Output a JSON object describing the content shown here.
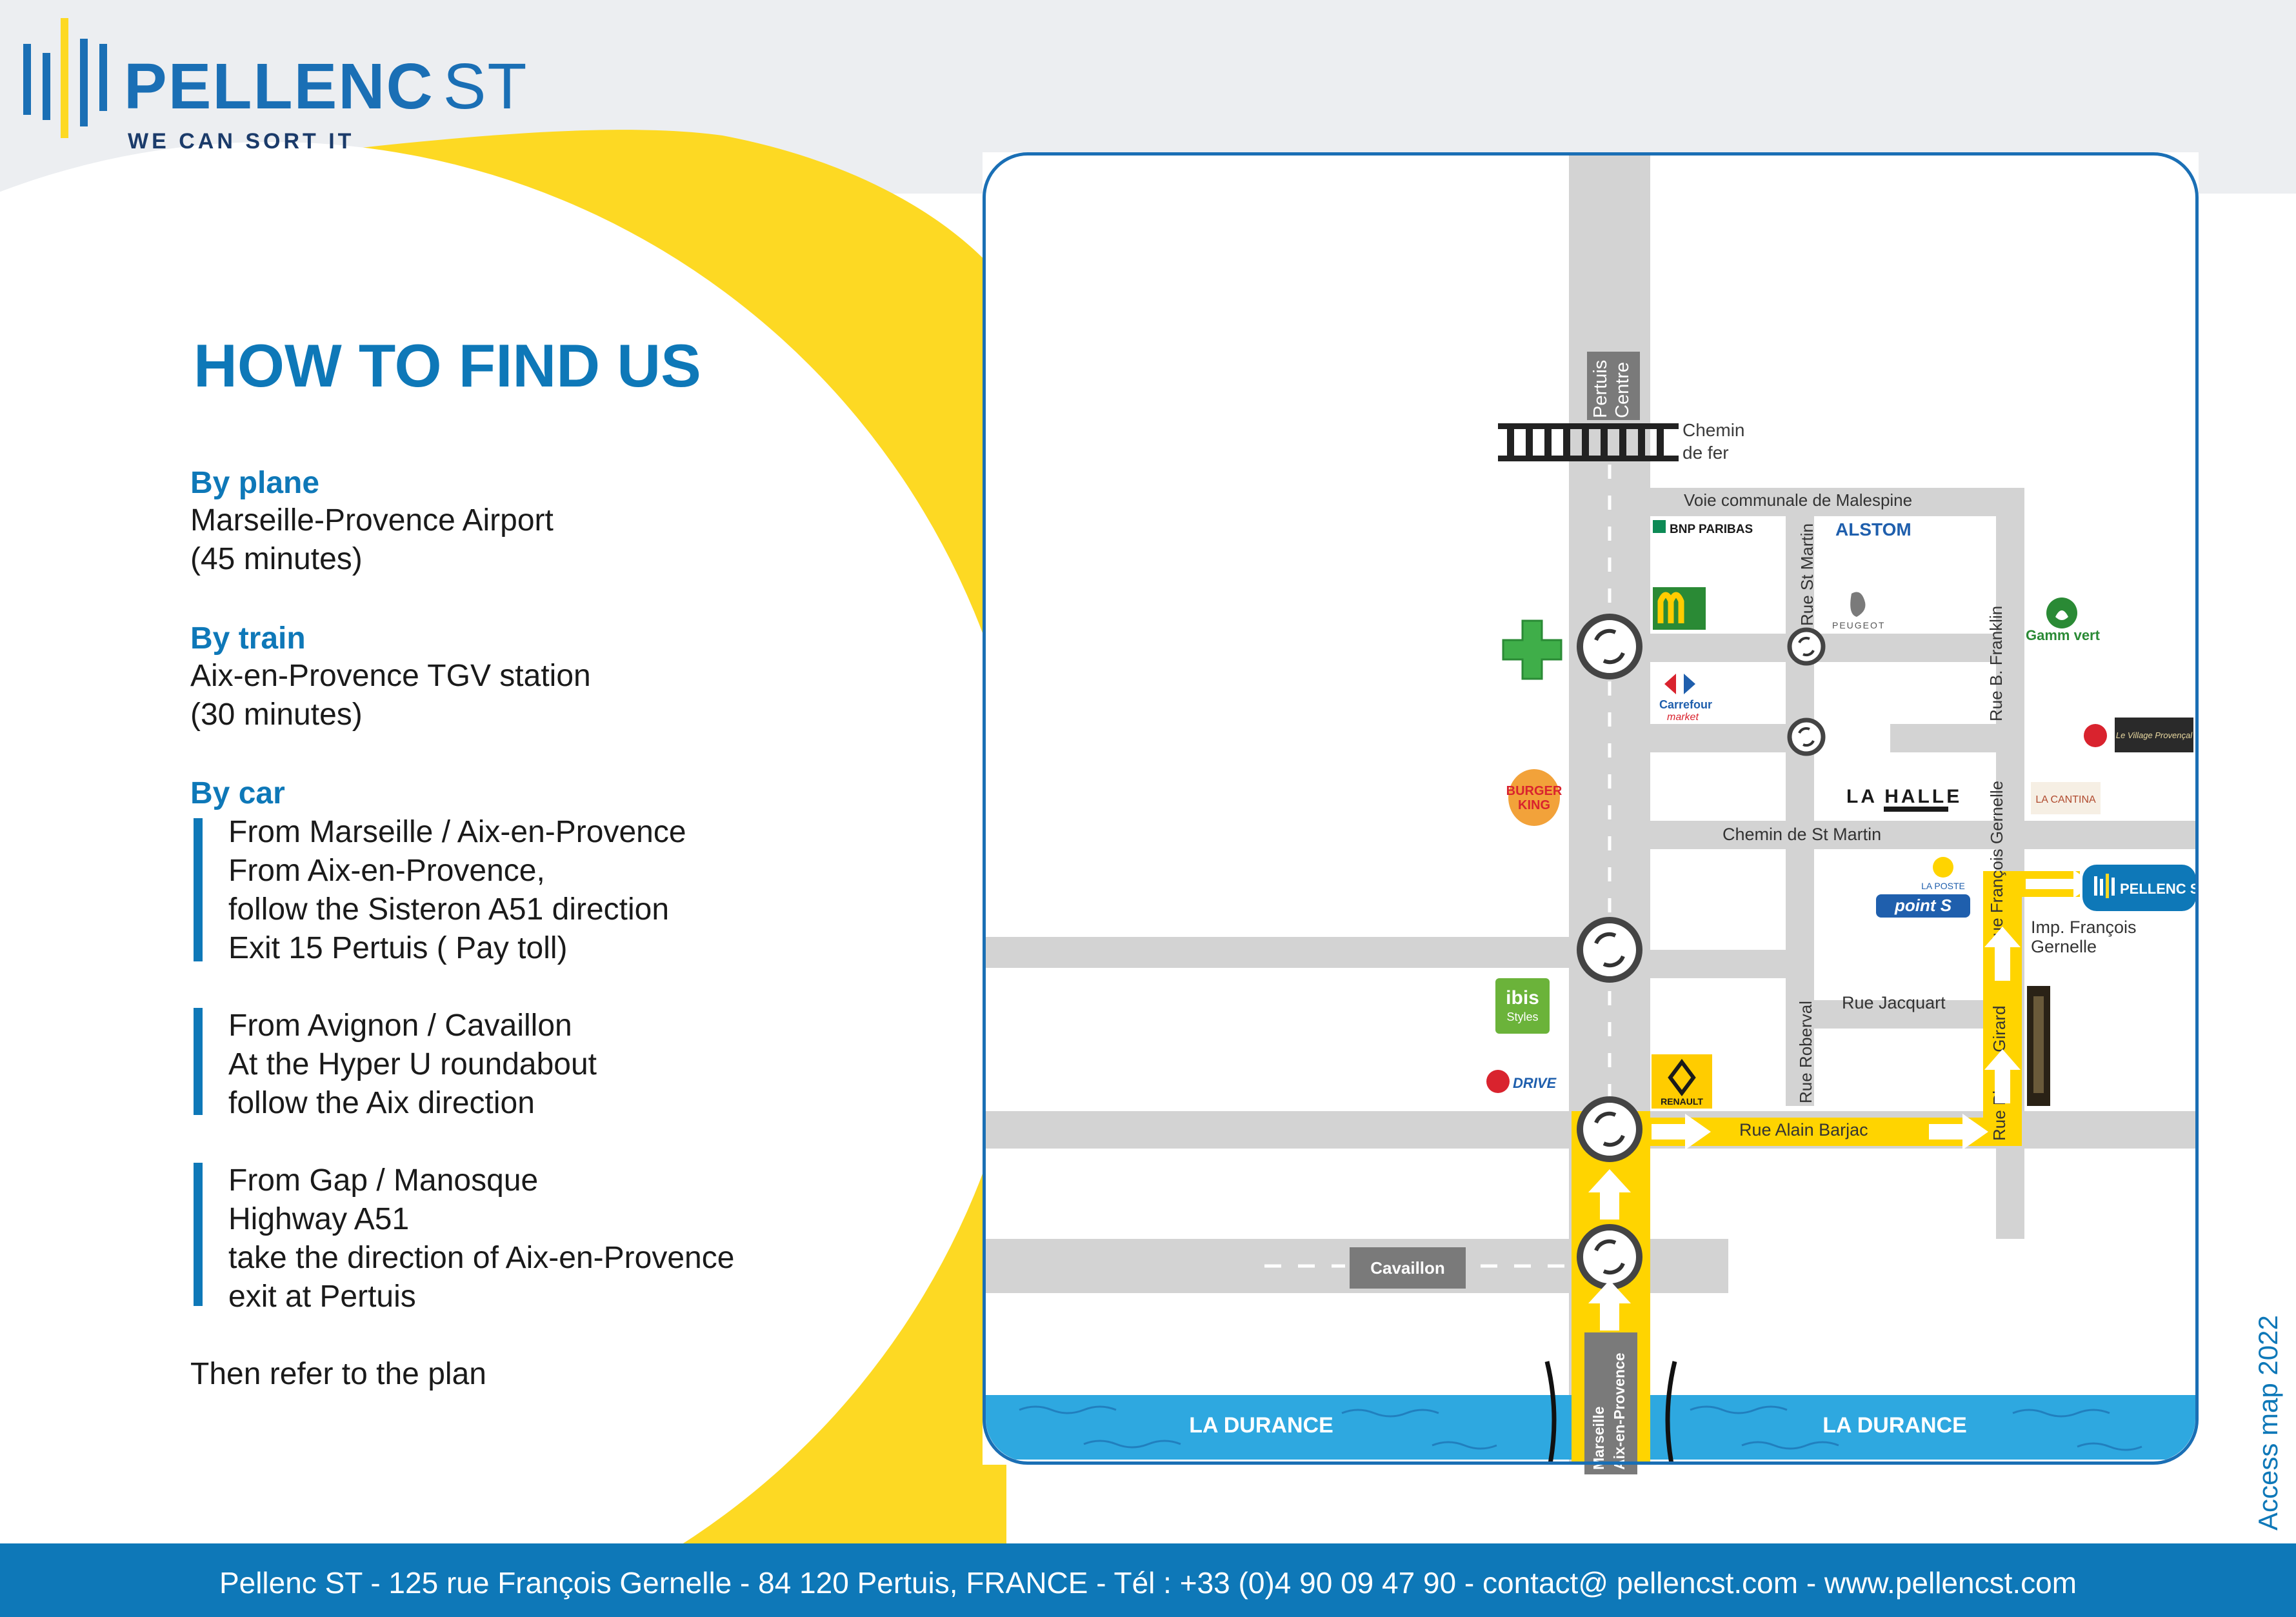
{
  "brand": {
    "name": "PELLENC",
    "name_suffix": "ST",
    "tagline": "WE CAN SORT IT"
  },
  "heading": "HOW TO FIND US",
  "plane": {
    "title": "By plane",
    "lines": [
      "Marseille-Provence Airport",
      "(45 minutes)"
    ]
  },
  "train": {
    "title": "By train",
    "lines": [
      "Aix-en-Provence TGV station",
      "(30 minutes)"
    ]
  },
  "car": {
    "title": "By car",
    "groups": [
      [
        "From Marseille / Aix-en-Provence",
        "From Aix-en-Provence,",
        "follow the Sisteron A51 direction",
        "Exit 15 Pertuis ( Pay toll)"
      ],
      [
        "From Avignon / Cavaillon",
        "At the Hyper U roundabout",
        "follow the Aix direction"
      ],
      [
        "From Gap / Manosque",
        "Highway A51",
        "take the direction of Aix-en-Provence",
        "exit at Pertuis"
      ]
    ]
  },
  "closing": "Then refer to the plan",
  "map": {
    "labels": {
      "pertuis_centre": [
        "Pertuis",
        "Centre"
      ],
      "chemin_de_fer": [
        "Chemin",
        "de fer"
      ],
      "voie_malespine": "Voie communale de Malespine",
      "rue_st_martin": "Rue St Martin",
      "rue_franklin": "Rue B. Franklin",
      "chemin_st_martin": "Chemin de St Martin",
      "rue_gernelle": "Rue François Gernelle",
      "imp_gernelle": [
        "Imp. François",
        "Gernelle"
      ],
      "rue_jacquart": "Rue Jacquart",
      "rue_roberval": "Rue Roberval",
      "rue_girard": "Rue Ph. de Girard",
      "rue_barjac": "Rue Alain Barjac",
      "cavaillon": "Cavaillon",
      "marseille": [
        "Marseille",
        "Aix-en-Provence"
      ],
      "durance_left": "LA DURANCE",
      "durance_right": "LA DURANCE"
    },
    "brands": {
      "bnp": "BNP PARIBAS",
      "alstom": "ALSTOM",
      "peugeot": "PEUGEOT",
      "gamm_vert": "Gamm vert",
      "carrefour": [
        "Carrefour",
        "market"
      ],
      "village": "Le Village Provençal",
      "burger_king": [
        "BURGER",
        "KING"
      ],
      "la_halle": "LA HALLE",
      "la_cantina": "LA CANTINA",
      "la_poste": "LA POSTE",
      "point_s": "point S",
      "ibis": [
        "ibis",
        "Styles"
      ],
      "renault": "RENAULT",
      "u_drive": "DRIVE",
      "pellenc_marker": "PELLENC ST"
    },
    "colors": {
      "road": "#d3d3d3",
      "route": "#ffd400",
      "river": "#2ea8e0",
      "frame": "#1a6fb5"
    }
  },
  "side_note": "Access map 2022",
  "footer": "Pellenc ST - 125 rue François Gernelle - 84 120 Pertuis, FRANCE - Tél : +33 (0)4 90 09 47 90 - contact@ pellencst.com - www.pellencst.com"
}
